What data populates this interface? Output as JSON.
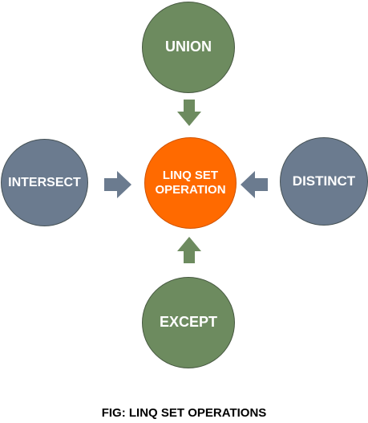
{
  "diagram": {
    "center": {
      "label": "LINQ SET OPERATION"
    },
    "nodes": {
      "union": {
        "label": "UNION"
      },
      "except": {
        "label": "EXCEPT"
      },
      "intersect": {
        "label": "INTERSECT"
      },
      "distinct": {
        "label": "DISTINCT"
      }
    },
    "caption": "FIG: LINQ SET OPERATIONS"
  },
  "colors": {
    "green_node": "#6d8b5f",
    "slate_node": "#6b7b8f",
    "center_node": "#ff6a00",
    "vertical_arrow": "#6d8b5f",
    "horizontal_arrow": "#6b7b8f"
  }
}
